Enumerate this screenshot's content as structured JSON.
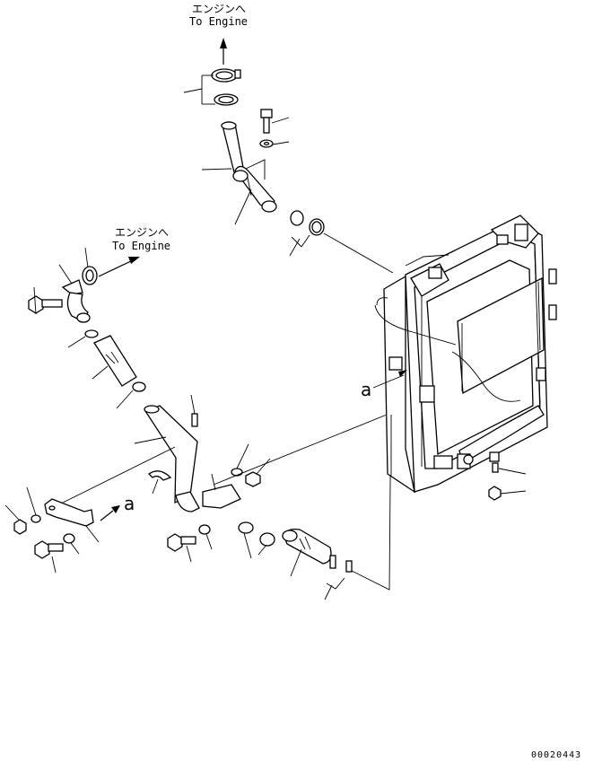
{
  "callouts": {
    "to_engine_top_jp": "エンジンへ",
    "to_engine_top_en": "To Engine",
    "to_engine_mid_jp": "エンジンへ",
    "to_engine_mid_en": "To Engine"
  },
  "reference_marks": {
    "a_radiator": "a",
    "a_bracket": "a"
  },
  "drawing_number": "00020443",
  "colors": {
    "ink": "#000000",
    "paper": "#ffffff"
  }
}
